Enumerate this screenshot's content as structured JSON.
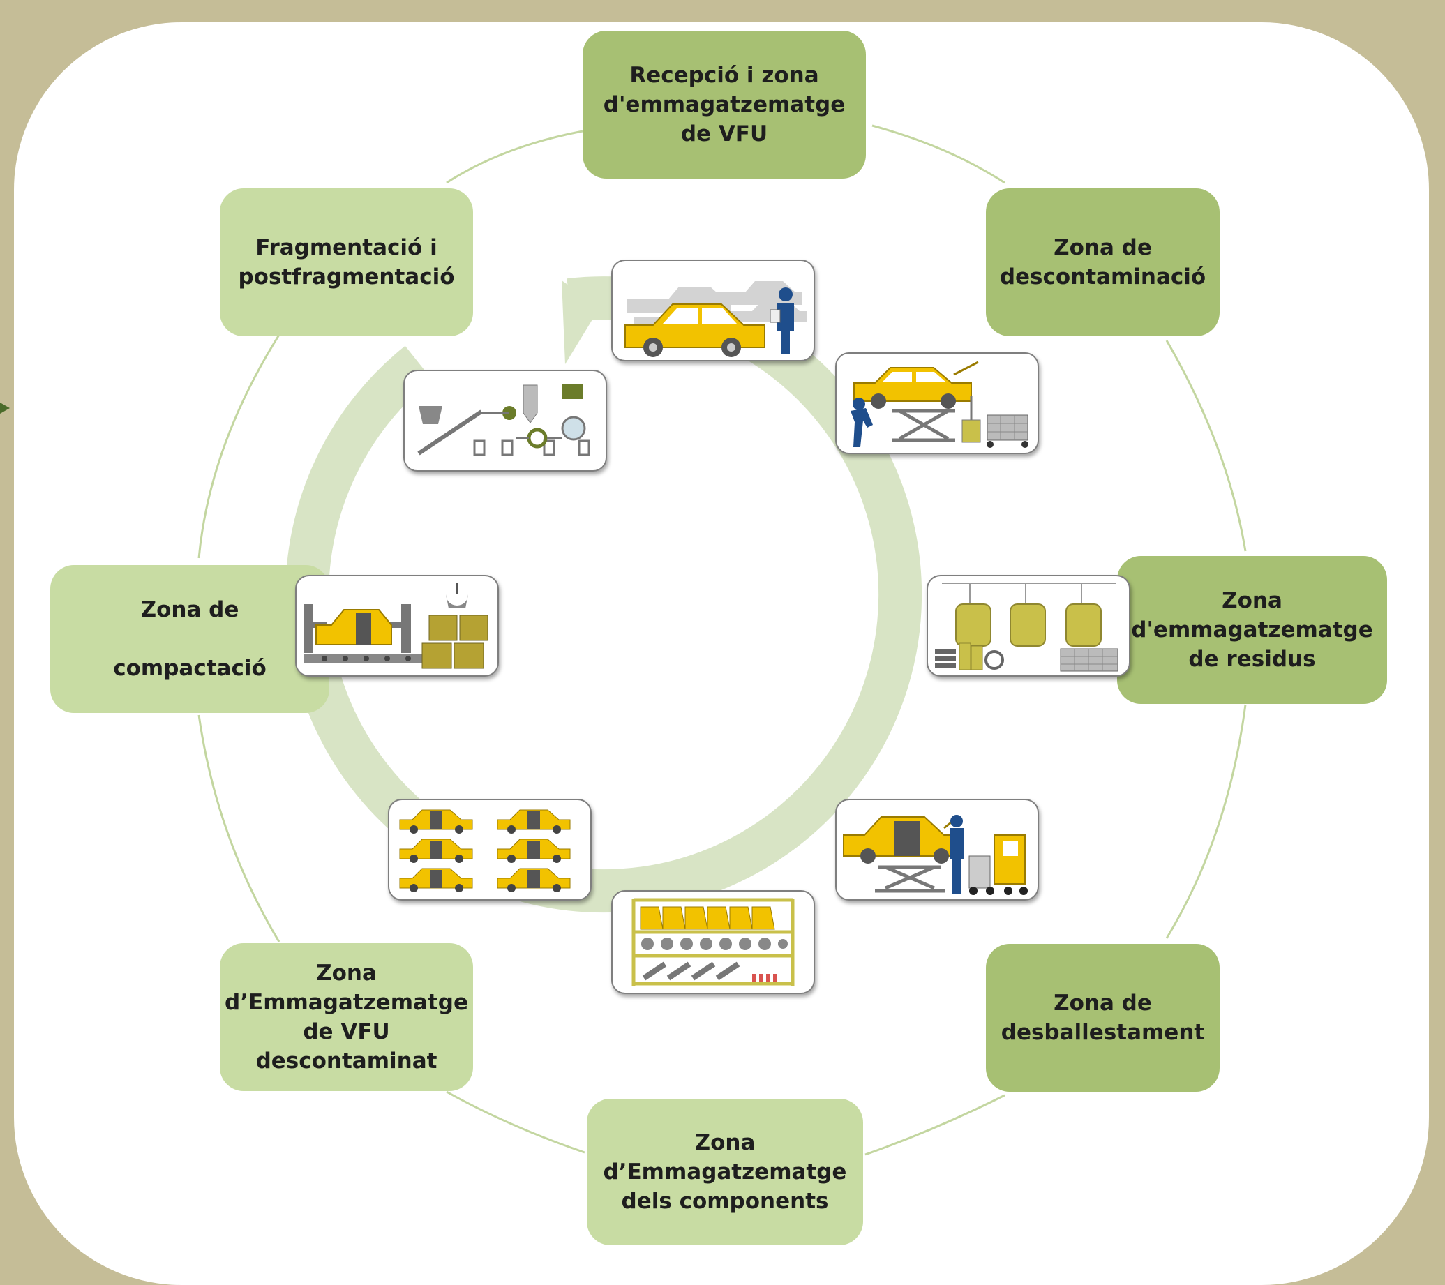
{
  "diagram": {
    "stages": [
      {
        "id": "recepcio",
        "text": "Recepció i zona\nd'emmagatzematge\nde VFU"
      },
      {
        "id": "descontaminacio",
        "text": "Zona de\ndescontaminació"
      },
      {
        "id": "residus",
        "text": "Zona\nd'emmagatzematge\nde residus"
      },
      {
        "id": "desballestament",
        "text": "Zona de\ndesballestament"
      },
      {
        "id": "components",
        "text": "Zona\nd’Emmagatzematge\ndels components"
      },
      {
        "id": "vfu-descontaminat",
        "text": "Zona\nd’Emmagatzematge\nde VFU\ndescontaminat"
      },
      {
        "id": "compactacio",
        "text": "Zona de\n\ncompactació"
      },
      {
        "id": "fragmentacio",
        "text": "Fragmentació i\npostfragmentació"
      }
    ],
    "pictograms": [
      {
        "name": "reception-cars-pictogram",
        "depicts": "parked cars and worker with clipboard"
      },
      {
        "name": "decontamination-lift-pictogram",
        "depicts": "car on scissor lift draining fluids"
      },
      {
        "name": "waste-tanks-pictogram",
        "depicts": "storage tanks, tyres and drums"
      },
      {
        "name": "dismantling-pictogram",
        "depicts": "car on lift with worker removing parts"
      },
      {
        "name": "components-shelf-pictogram",
        "depicts": "shelving with stored parts"
      },
      {
        "name": "stacked-car-shells-pictogram",
        "depicts": "stacked decontaminated car bodies"
      },
      {
        "name": "compaction-press-pictogram",
        "depicts": "car press and compacted bales"
      },
      {
        "name": "shredder-plant-pictogram",
        "depicts": "shredding and sorting plant"
      }
    ],
    "colors": {
      "background": "#c5bd97",
      "panel": "#ffffff",
      "box_dark": "#a7c073",
      "box_light": "#c8dca3",
      "ring": "#d8e4c5",
      "car_yellow": "#f2c200",
      "worker_blue": "#1f4e8c"
    }
  }
}
